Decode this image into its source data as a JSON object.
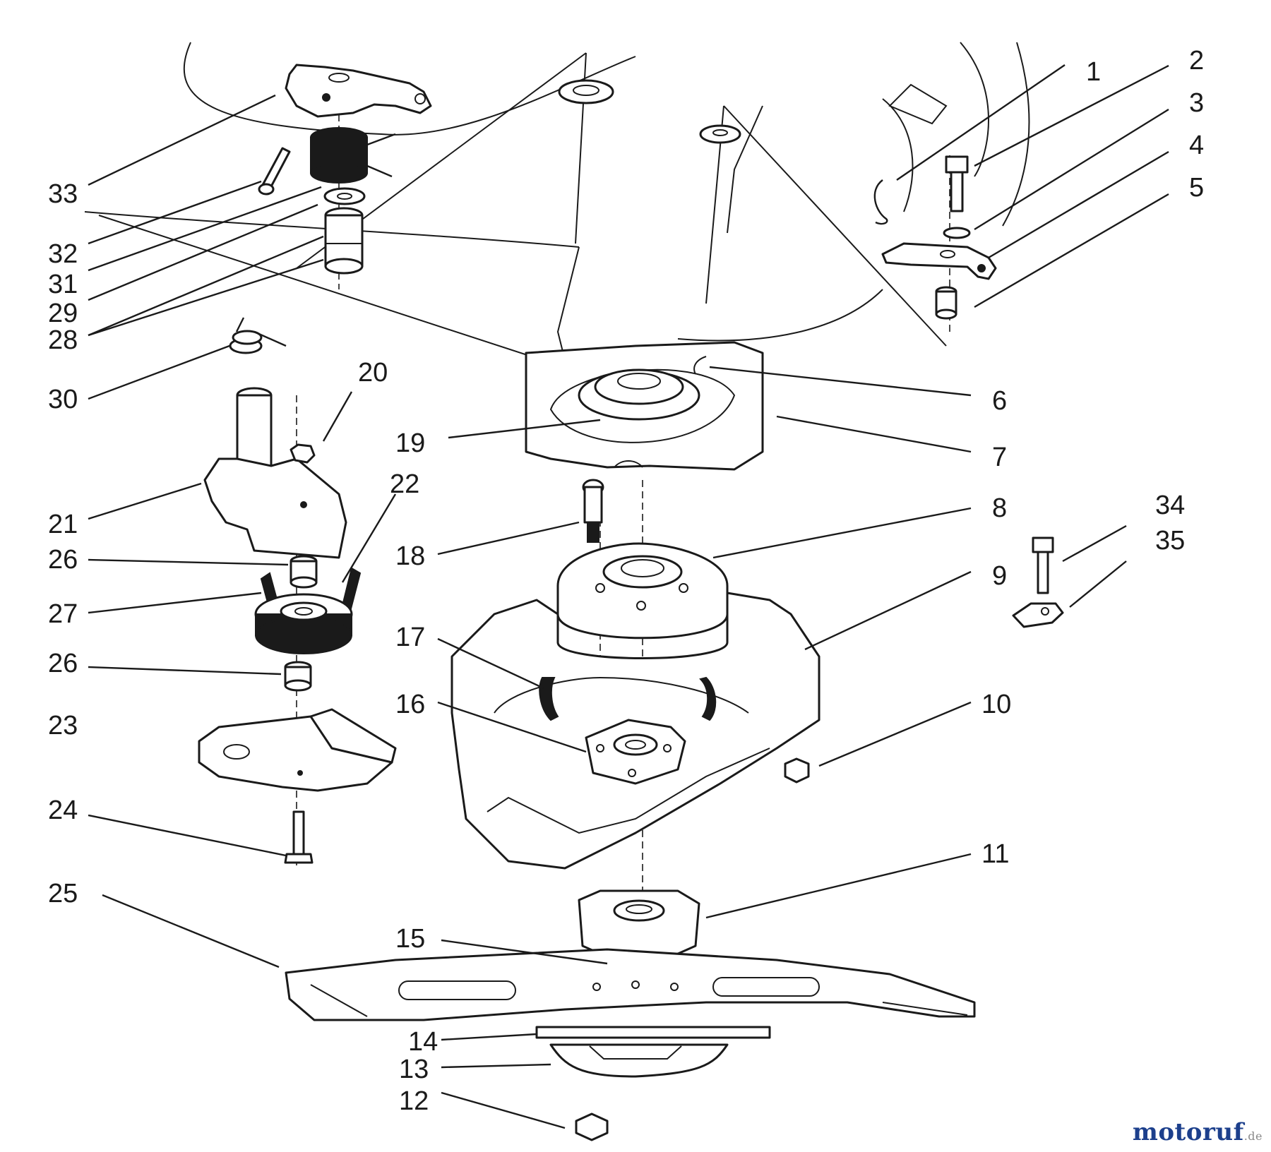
{
  "watermark": {
    "name": "motoruf",
    "suffix": ".de"
  },
  "callouts": [
    "1",
    "2",
    "3",
    "4",
    "5",
    "6",
    "7",
    "8",
    "9",
    "10",
    "11",
    "12",
    "13",
    "14",
    "15",
    "16",
    "17",
    "18",
    "19",
    "20",
    "21",
    "22",
    "23",
    "24",
    "25",
    "26",
    "26",
    "27",
    "28",
    "29",
    "30",
    "31",
    "32",
    "33",
    "34",
    "35"
  ]
}
